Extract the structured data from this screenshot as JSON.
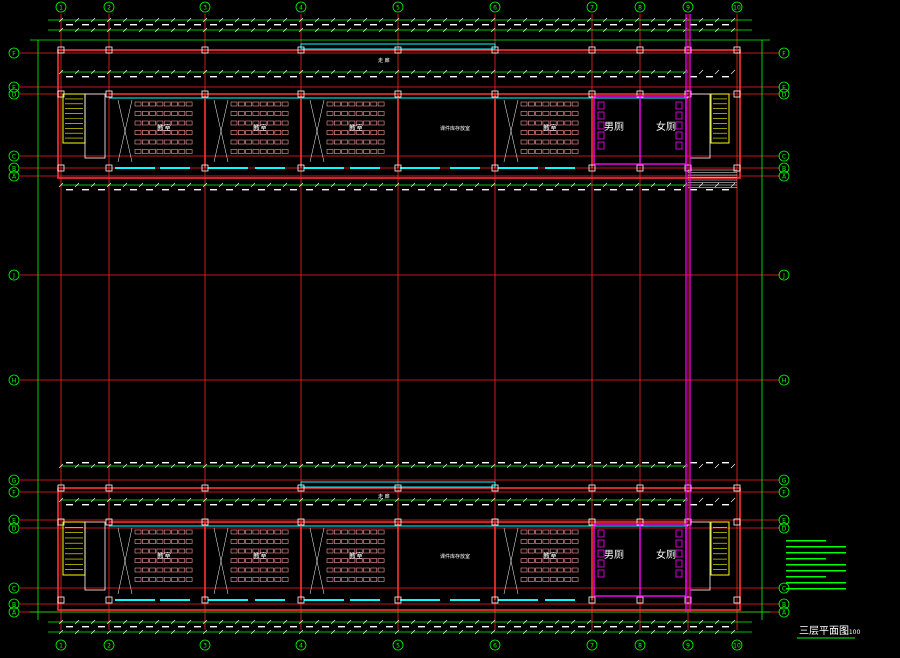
{
  "drawing": {
    "title": "三层平面图",
    "scale": "1:100",
    "background": "#000000"
  },
  "axes": {
    "columns": [
      "1",
      "2",
      "3",
      "4",
      "5",
      "6",
      "7",
      "8",
      "9",
      "10"
    ],
    "rows_right": [
      "F",
      "E",
      "D",
      "C",
      "B",
      "A"
    ],
    "rows_mid": [
      "J",
      "H"
    ],
    "rows_lower": [
      "G",
      "F",
      "E",
      "D",
      "C",
      "B",
      "A"
    ]
  },
  "rooms": {
    "classroom": "教室",
    "special": "课件库存放室",
    "male_wc": "男厕",
    "female_wc": "女厕",
    "corridor": "走 廊"
  },
  "colors": {
    "axis": "#00ff00",
    "wall": "#ff3333",
    "gridline": "#ff2222",
    "desk": "#ff9999",
    "glass": "#00ffff",
    "wc": "#ff00ff",
    "stair": "#ffff00",
    "dim": "#ffffff"
  }
}
